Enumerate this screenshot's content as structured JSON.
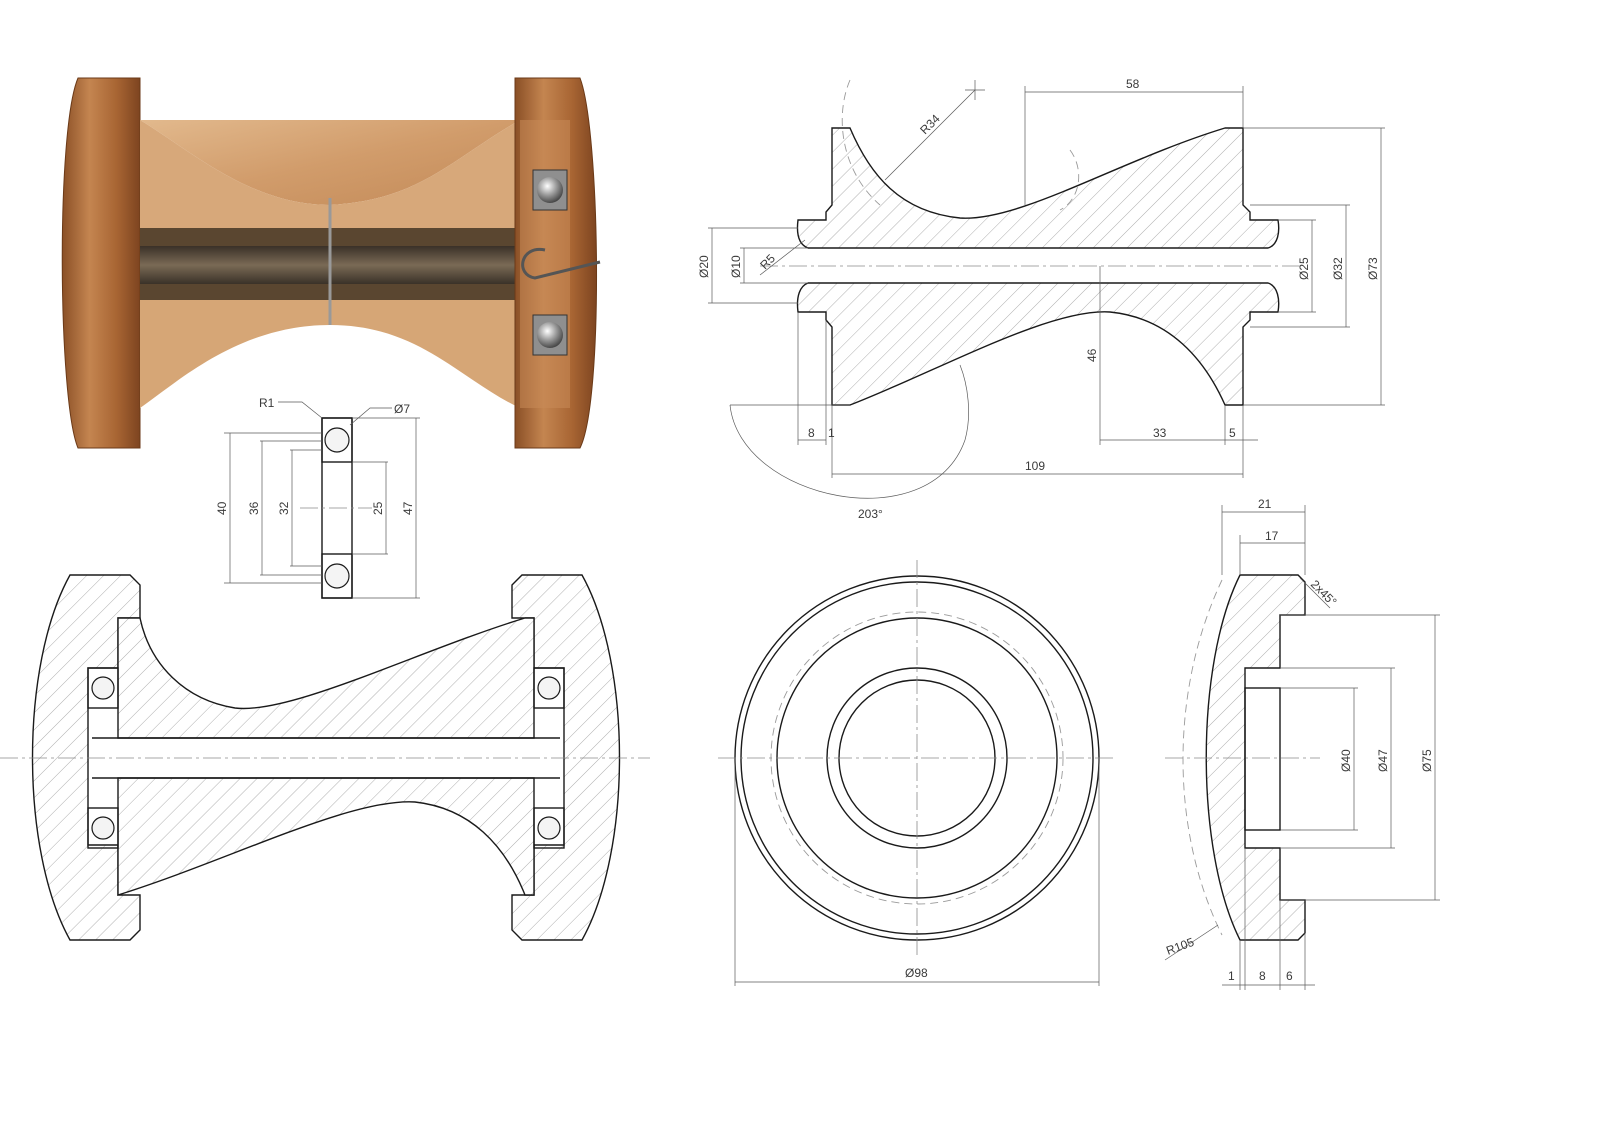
{
  "dimensions": {
    "photo_view": {},
    "bearing": {
      "r1": "R1",
      "d7": "Ø7",
      "d40": "40",
      "d36": "36",
      "d32": "32",
      "d25": "25",
      "d47": "47"
    },
    "shaft": {
      "r34": "R34",
      "l58": "58",
      "r5": "R5",
      "d20": "Ø20",
      "d10": "Ø10",
      "d25": "Ø25",
      "d32": "Ø32",
      "d73": "Ø73",
      "l46": "46",
      "l8": "8",
      "l1": "1",
      "l33": "33",
      "l5": "5",
      "l109": "109",
      "a203": "203°"
    },
    "end_cap": {
      "d98": "Ø98",
      "l21": "21",
      "l17": "17",
      "chamfer": "2x45°",
      "d75": "Ø75",
      "d47": "Ø47",
      "d40": "Ø40",
      "r105": "R105",
      "l1": "1",
      "l8": "8",
      "l6": "6"
    }
  },
  "colors": {
    "wood_light": "#d7a87a",
    "wood_mid": "#b97a48",
    "wood_dark": "#8a4f26",
    "line": "#1a1a1a",
    "dimension": "#5a5a5a",
    "shaft_rod": "#4b4236"
  }
}
